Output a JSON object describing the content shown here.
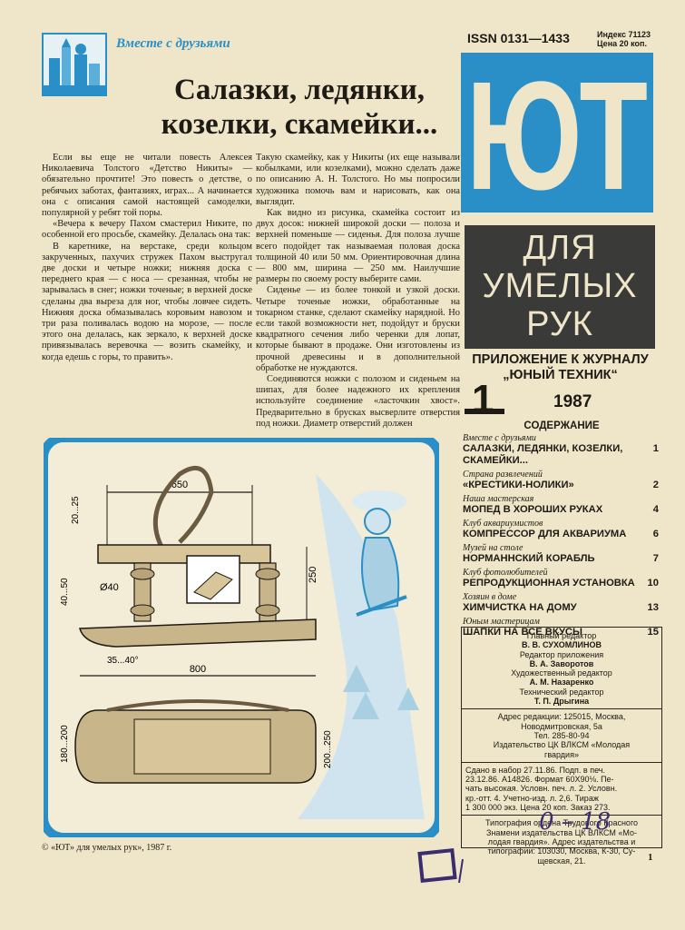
{
  "header": {
    "rubric": "Вместе с друзьями",
    "title_line1": "Салазки, ледянки,",
    "title_line2": "козелки, скамейки...",
    "issn": "ISSN 0131—1433",
    "index_line1": "Индекс 71123",
    "index_line2": "Цена 20 коп."
  },
  "masthead": {
    "logo": "ЮТ",
    "panel_line1": "ДЛЯ",
    "panel_line2": "УМЕЛЫХ",
    "panel_line3": "РУК",
    "appendix_line1": "ПРИЛОЖЕНИЕ К ЖУРНАЛУ",
    "appendix_line2": "„ЮНЫЙ ТЕХНИК“",
    "issue_number": "1",
    "year": "1987",
    "contents_title": "СОДЕРЖАНИЕ"
  },
  "contents": [
    {
      "rubric": "Вместе с друзьями",
      "title": "САЛАЗКИ, ЛЕДЯНКИ, КОЗЕЛКИ, СКАМЕЙКИ...",
      "page": "1"
    },
    {
      "rubric": "Страна развлечений",
      "title": "«КРЕСТИКИ-НОЛИКИ»",
      "page": "2"
    },
    {
      "rubric": "Наша мастерская",
      "title": "МОПЕД В ХОРОШИХ РУКАХ",
      "page": "4"
    },
    {
      "rubric": "Клуб аквариумистов",
      "title": "КОМПРЕССОР ДЛЯ АКВАРИУМА",
      "page": "6"
    },
    {
      "rubric": "Музей на столе",
      "title": "НОРМАННСКИЙ КОРАБЛЬ",
      "page": "7"
    },
    {
      "rubric": "Клуб фотолюбителей",
      "title": "РЕПРОДУКЦИОННАЯ УСТАНОВКА",
      "page": "10"
    },
    {
      "rubric": "Хозяин в доме",
      "title": "ХИМЧИСТКА НА ДОМУ",
      "page": "13"
    },
    {
      "rubric": "Юным мастерицам",
      "title": "ШАПКИ НА ВСЕ ВКУСЫ",
      "page": "15"
    }
  ],
  "colophon": {
    "l1": "Главный редактор",
    "l2": "В. В. СУХОМЛИНОВ",
    "l3": "Редактор приложения",
    "l4": "В. А. Заворотов",
    "l5": "Художественный редактор",
    "l6": "А. М. Назаренко",
    "l7": "Технический редактор",
    "l8": "Т. П. Дрыгина",
    "addr1": "Адрес редакции: 125015, Москва,",
    "addr2": "Новодмитровская, 5а",
    "addr3": "Тел. 285-80-94",
    "addr4": "Издательство ЦК ВЛКСМ «Молодая",
    "addr5": "гвардия»",
    "print1": "Сдано в набор 27.11.86. Подп. в печ.",
    "print2": "23.12.86. А14826. Формат 60Х90⅛. Пе-",
    "print3": "чать высокая. Условн. печ. л. 2. Условн.",
    "print4": "кр.-отт. 4. Учетно-изд. л. 2,6. Тираж",
    "print5": "1 300 000 экз. Цена 20 коп. Заказ 273.",
    "typo1": "Типография ордена Трудового Красного",
    "typo2": "Знамени издательства ЦК ВЛКСМ «Мо-",
    "typo3": "лодая гвардия». Адрес издательства и",
    "typo4": "типографии: 103030, Москва, К-30, Су-",
    "typo5": "щевская, 21."
  },
  "article": {
    "p1": "Если вы еще не читали повесть Алексея Николаевича Толстого «Детство Никиты» — обязательно прочтите! Это повесть о детстве, о ребячьих заботах, фантазиях, играх... А начинается она с описания самой настоящей самоделки, популярной у ребят той поры.",
    "p2": "«Вечера к вечеру Пахом смастерил Никите, по особенной его просьбе, скамейку. Делалась она так:",
    "p3": "В каретнике, на верстаке, среди кольцом закрученных, пахучих стружек Пахом выстругал две доски и четыре ножки; нижняя доска с переднего края — с носа — срезанная, чтобы не зарывалась в снег; ножки точеные; в верхней доске сделаны два выреза для ног, чтобы ловчее сидеть. Нижняя доска обмазывалась коровьим навозом и три раза поливалась водою на морозе, — после этого она делалась, как зеркало, к верхней доске привязывалась веревочка — возить скамейку, и когда едешь с горы, то править».",
    "p4": "Такую скамейку, как у Никиты (их еще называли кобылками, или козелками), можно сделать даже по описанию А. Н. Толстого. Но мы попросили художника помочь вам и нарисовать, как она выглядит.",
    "p5": "Как видно из рисунка, скамейка состоит из двух досок: нижней широкой доски — полоза и верхней поменьше — сиденья. Для полоза лучше всего подойдет так называемая половая доска толщиной 40 или 50 мм. Ориентировочная длина — 800 мм, ширина — 250 мм. Наилучшие размеры по своему росту выберите сами.",
    "p6": "Сиденье — из более тонкой и узкой доски. Четыре точеные ножки, обработанные на токарном станке, сделают скамейку нарядной. Но если такой возможности нет, подойдут и бруски квадратного сечения либо черенки для лопат, которые бывают в продаже. Они изготовлены из прочной древесины и в дополнительной обработке не нуждаются.",
    "p7": "Соединяются ножки с полозом и сиденьем на шипах, для более надежного их крепления используйте соединение «ласточкин хвост». Предварительно в брусках высверлите отверстия под ножки. Диаметр отверстий должен"
  },
  "drawing": {
    "dim_650": "650",
    "dim_20_25": "20...25",
    "dim_40": "Ø40",
    "dim_40_50": "40...50",
    "dim_250": "250",
    "dim_angle": "35...40°",
    "dim_800": "800",
    "dim_180_200": "180...200",
    "dim_200_250": "200...250"
  },
  "footer": {
    "copyright": "© «ЮТ» для умелых рук», 1987 г.",
    "page_number": "1",
    "handwritten": "0 – 18"
  },
  "colors": {
    "accent_blue": "#2a8fc6",
    "paper": "#efe6c9",
    "ink": "#1e1a14",
    "panel": "#3a3a38"
  }
}
